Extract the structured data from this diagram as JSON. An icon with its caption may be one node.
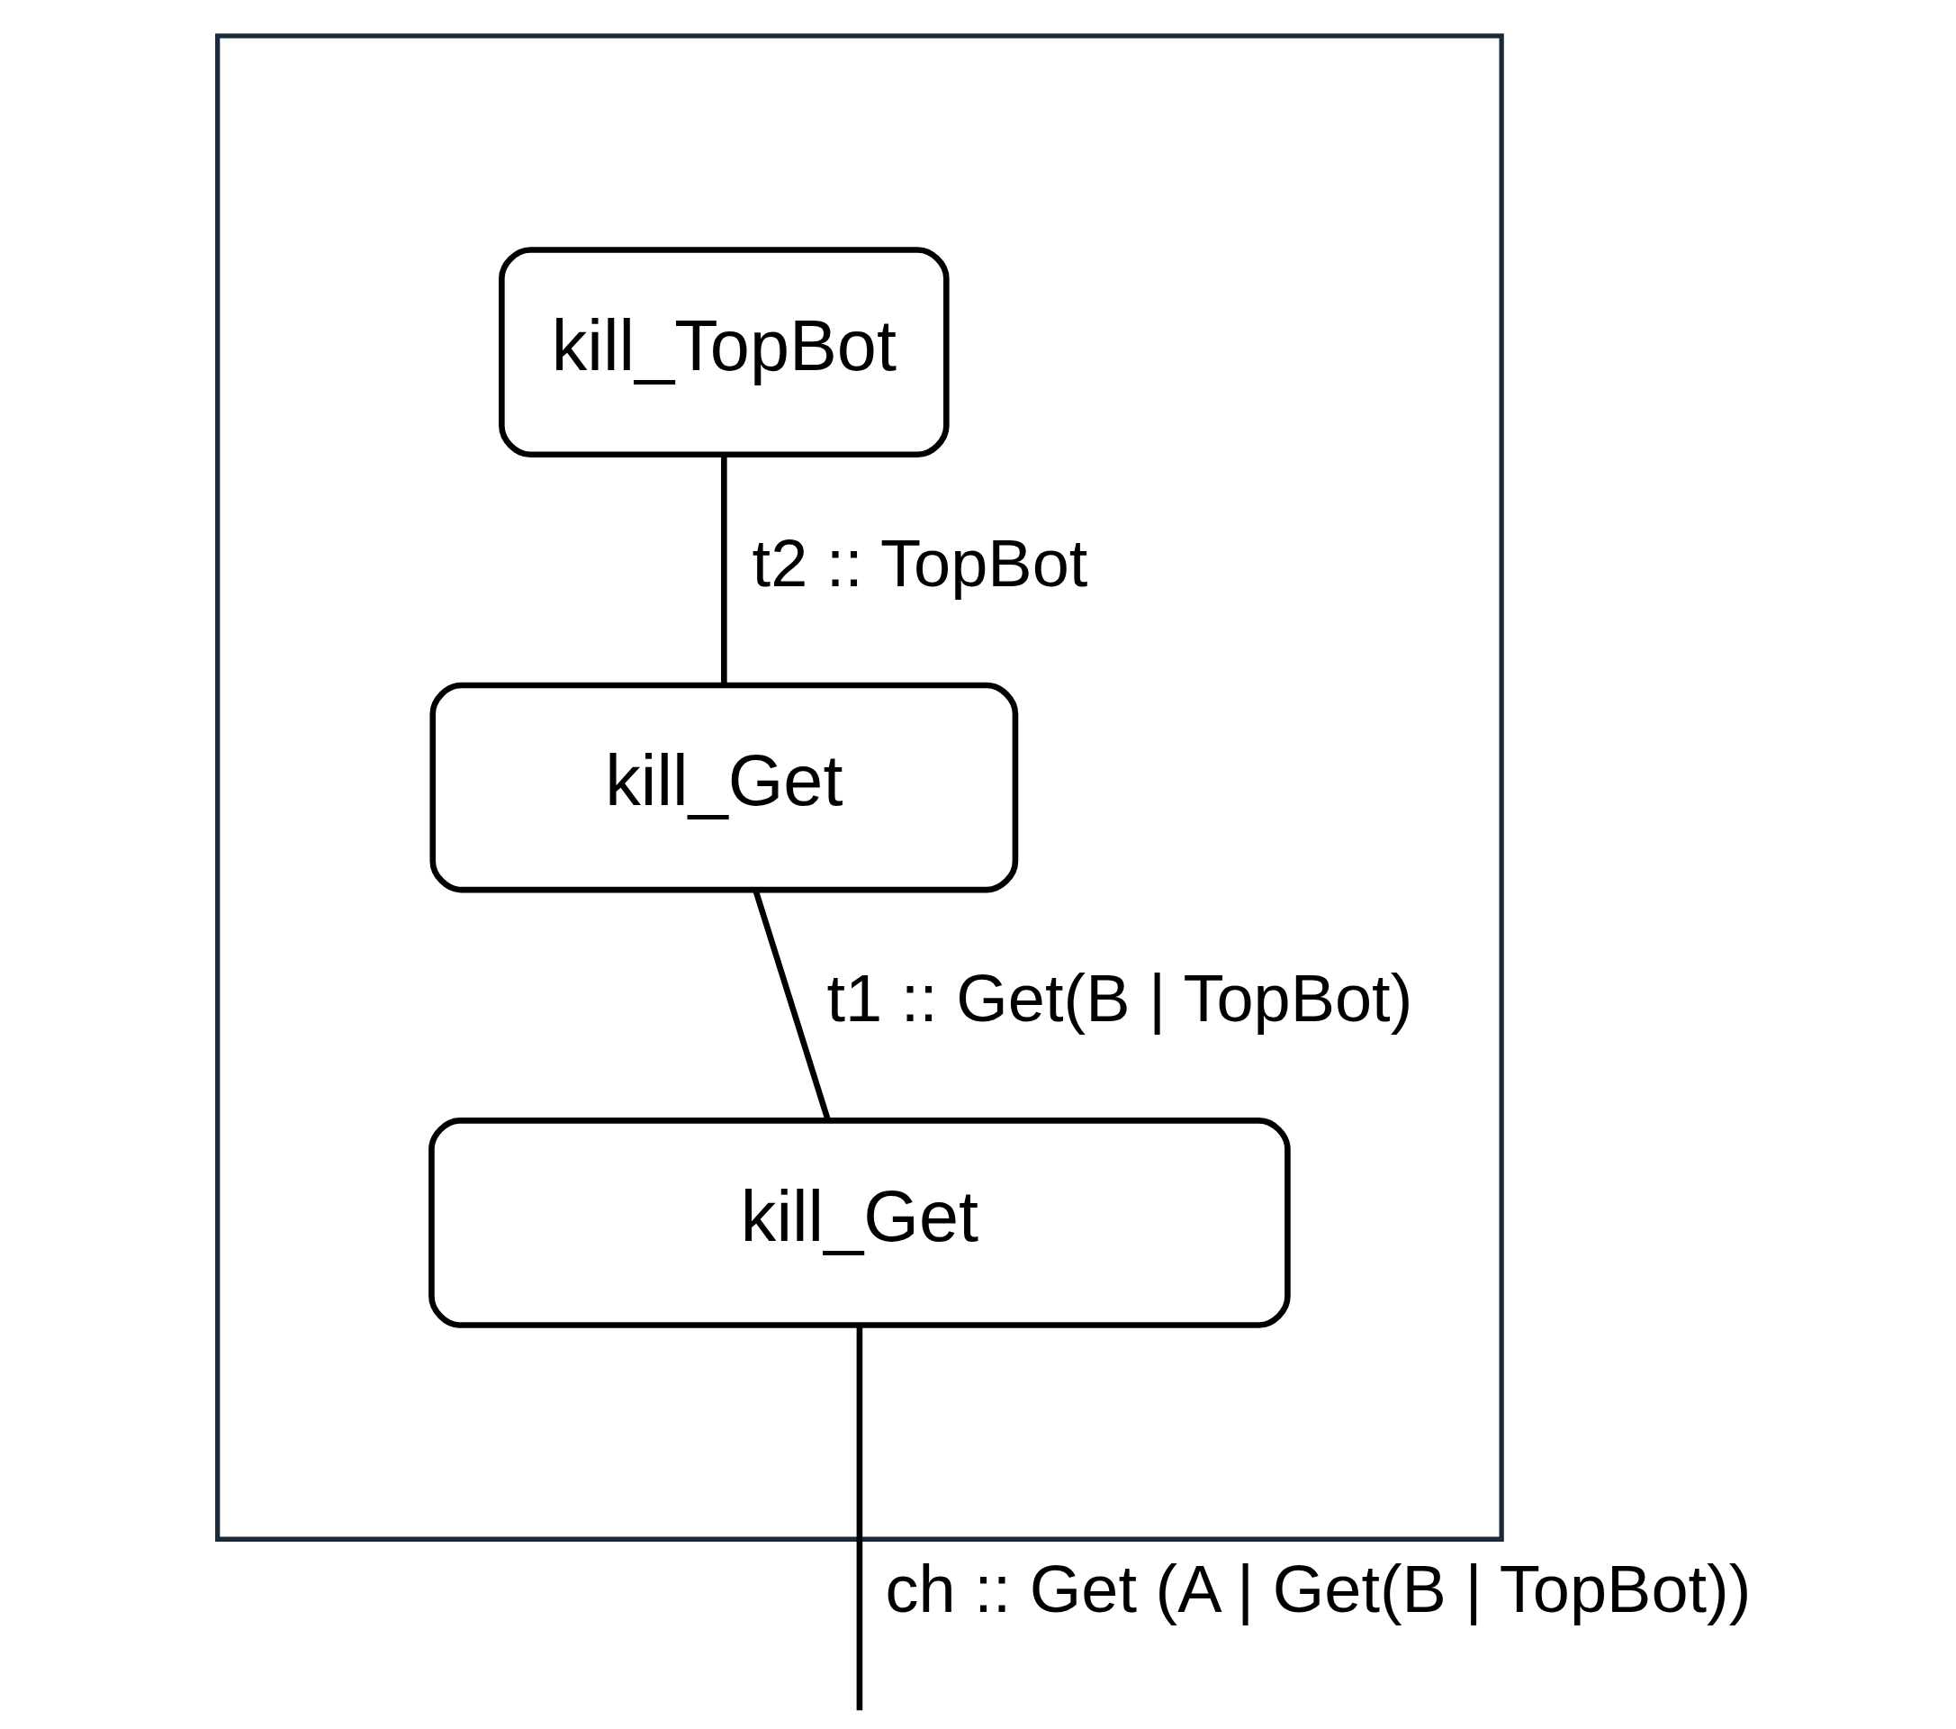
{
  "diagram": {
    "nodes": [
      {
        "text": [],
        "shape": "box"
      },
      {
        "text": [
          "kill_TopBot"
        ],
        "in": 0
      },
      {
        "text": [
          "kill_Get"
        ],
        "in": 0
      },
      {
        "text": [
          "kill_Get"
        ],
        "in": 0
      }
    ],
    "edges": [
      {
        "from": 1,
        "to": 2,
        "arrow": "none",
        "label": "t2 :: TopBot"
      },
      {
        "from": 2,
        "to": 3,
        "arrow": "none",
        "label": "t1 :: Get(B | TopBot)"
      },
      {
        "from": 3,
        "to": null,
        "arrow": "none",
        "label": "ch :: Get (A | Get(B | TopBot))"
      }
    ]
  }
}
